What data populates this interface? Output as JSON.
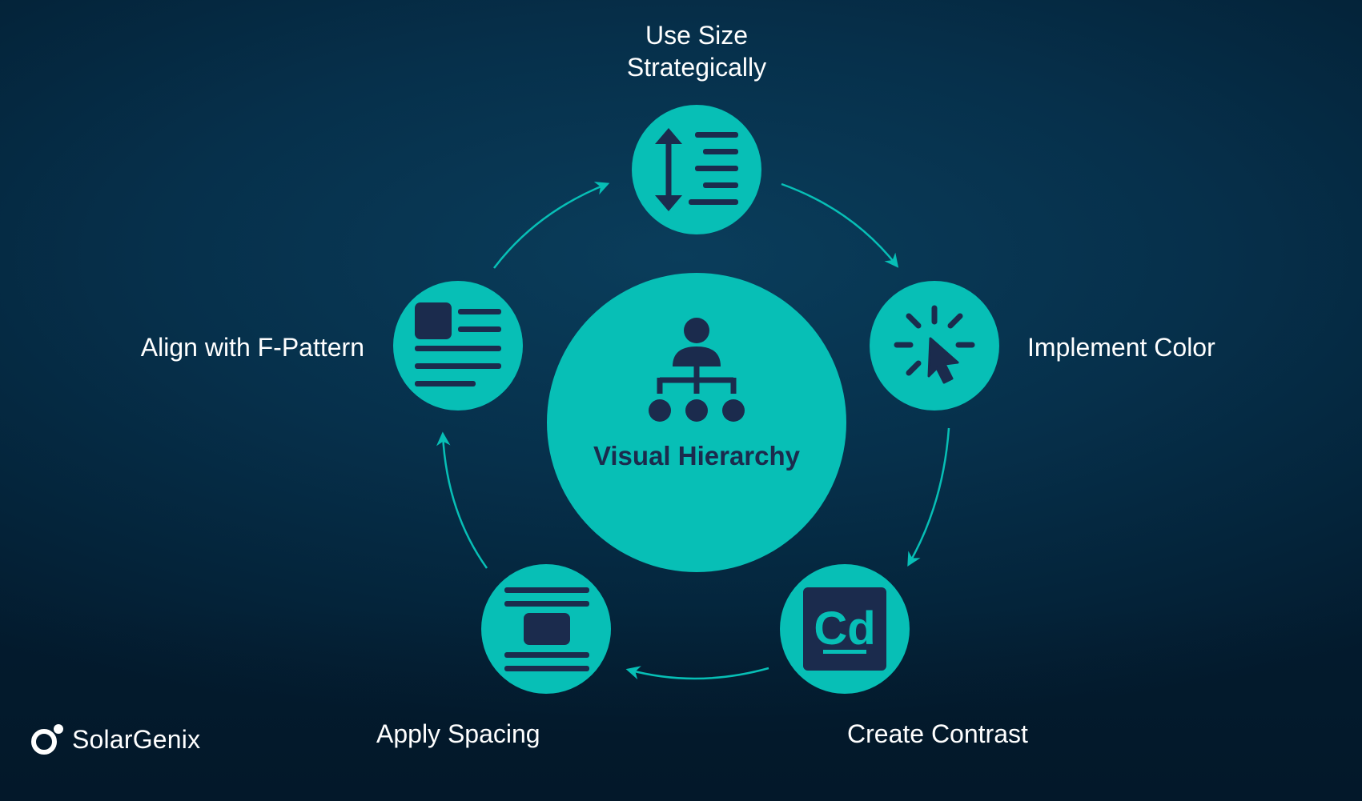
{
  "diagram": {
    "center": {
      "title": "Visual Hierarchy",
      "icon": "org-chart-icon"
    },
    "nodes": [
      {
        "id": "size",
        "label_lines": [
          "Use Size",
          "Strategically"
        ],
        "icon": "text-size-icon"
      },
      {
        "id": "color",
        "label": "Implement Color",
        "icon": "cursor-click-icon"
      },
      {
        "id": "contrast",
        "label": "Create Contrast",
        "icon": "adobe-cd-icon",
        "icon_text": "Cd"
      },
      {
        "id": "spacing",
        "label": "Apply Spacing",
        "icon": "layout-spacing-icon"
      },
      {
        "id": "fpattern",
        "label": "Align with F-Pattern",
        "icon": "f-pattern-layout-icon"
      }
    ],
    "cycle_direction": "clockwise"
  },
  "brand": {
    "name": "SolarGenix",
    "icon": "solargenix-logo-icon"
  },
  "colors": {
    "background": "#06304b",
    "accent": "#07bfb6",
    "icon_dark": "#1b2b4d",
    "text": "#ffffff"
  }
}
